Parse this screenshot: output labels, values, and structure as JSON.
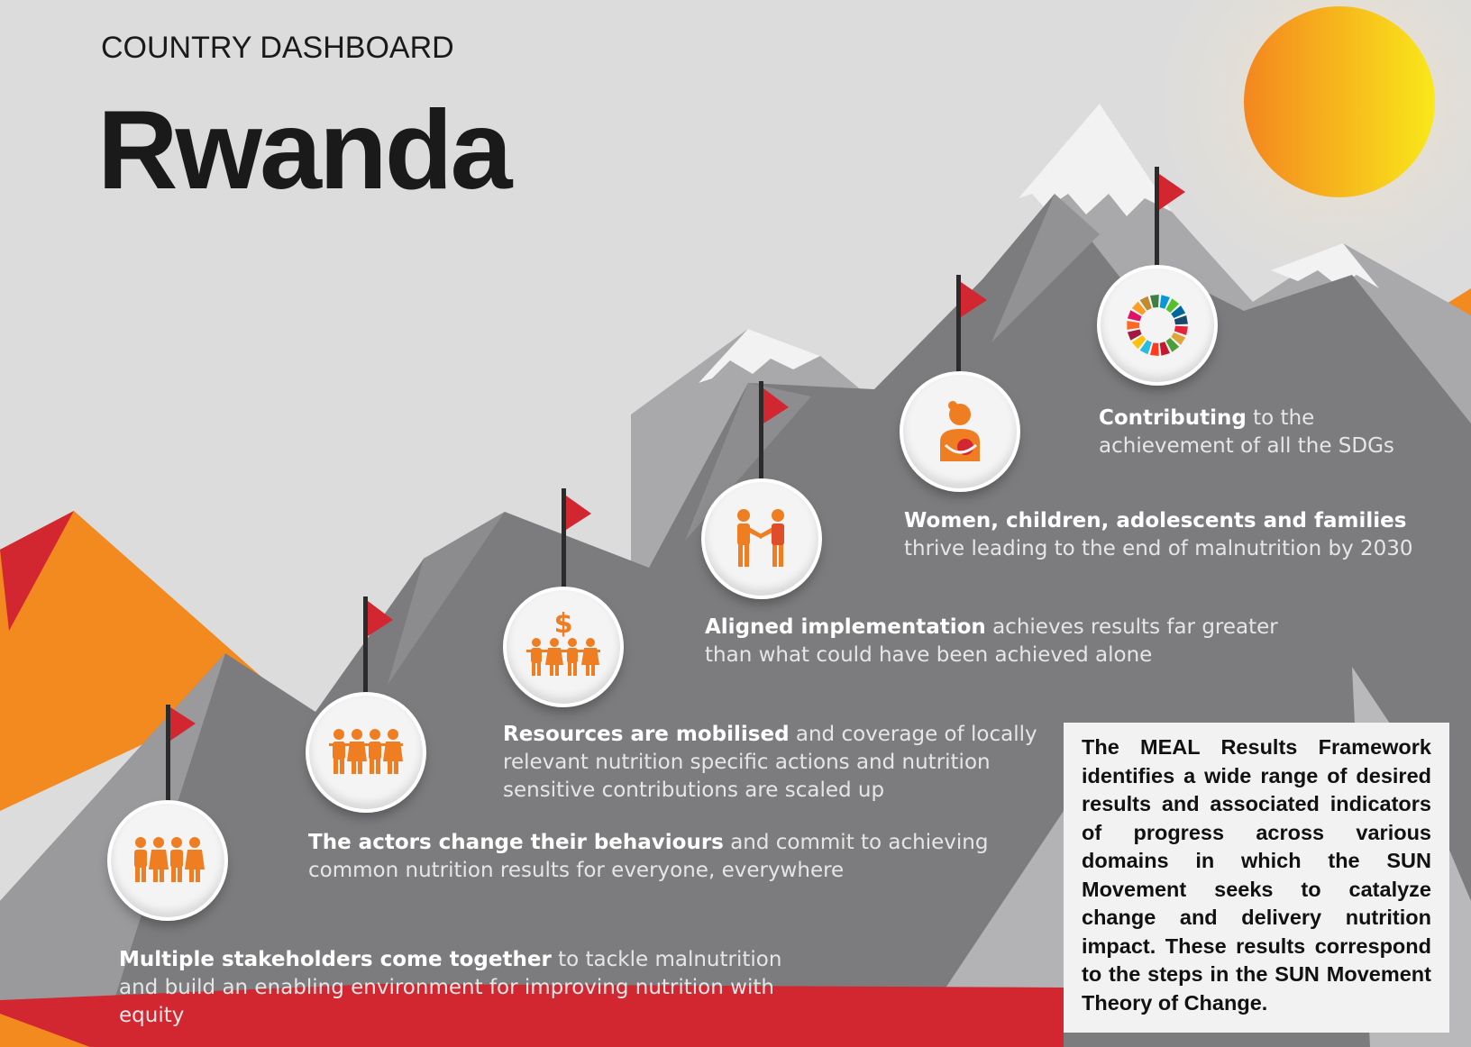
{
  "header": {
    "eyebrow": "COUNTRY DASHBOARD",
    "title": "Rwanda"
  },
  "steps": [
    {
      "strong": "Multiple stakeholders come together",
      "rest": " to tackle malnutrition and build an enabling environment for improving nutrition with equity",
      "icon": "four-people-icon"
    },
    {
      "strong": "The actors change their behaviours",
      "rest": " and commit to achieving common nutrition results for everyone, everywhere",
      "icon": "four-people-holding-hands-icon"
    },
    {
      "strong": "Resources are mobilised",
      "rest": " and coverage of locally relevant nutrition specific actions and nutrition sensitive contributions are scaled up",
      "icon": "people-with-dollar-icon"
    },
    {
      "strong": "Aligned implementation",
      "rest": " achieves results far greater than what could have been achieved alone",
      "icon": "handshake-icon"
    },
    {
      "strong": "Women, children, adolescents and families",
      "rest": " thrive leading to the end of malnutrition by 2030",
      "icon": "mother-child-icon"
    },
    {
      "strong": "Contributing",
      "rest": " to the achievement of all the SDGs",
      "icon": "sdg-wheel-icon"
    }
  ],
  "note": {
    "text": "The MEAL Results Framework identifies a wide range of desired results and associated indicators of progress across various domains in which the SUN Movement seeks to catalyze change and delivery nutrition impact. These results correspond to the steps in the SUN Movement Theory of Change."
  },
  "colors": {
    "mountain_dark": "#7b7b7d",
    "mountain_light": "#a8a8aa",
    "orange": "#f28a20",
    "red": "#d22630",
    "flag": "#d22630",
    "sun": "#f7a21b",
    "icon_orange": "#ef7d22"
  }
}
